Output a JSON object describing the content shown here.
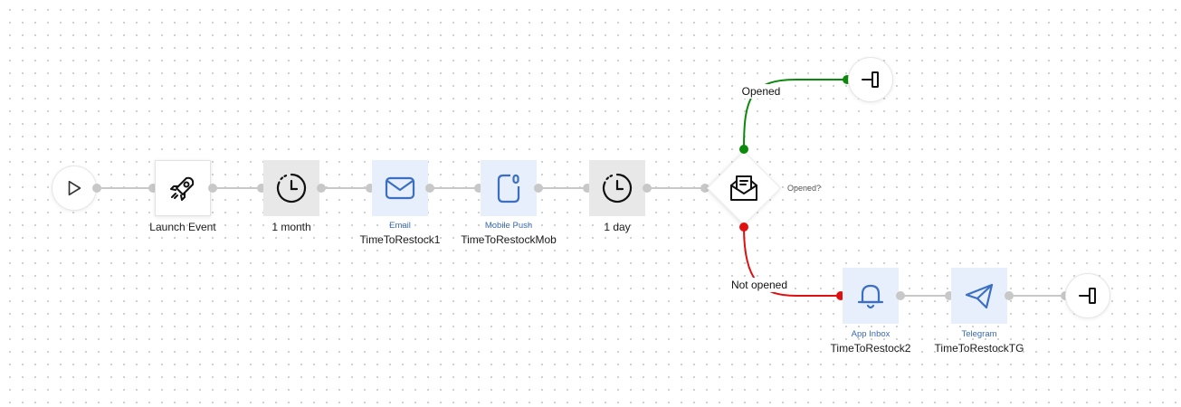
{
  "colors": {
    "connector": "#c8c8c8",
    "opened_branch": "#0a8a0a",
    "not_opened_branch": "#e01010",
    "channel_icon": "#3a6fc4",
    "channel_tile": "#e7eefc",
    "wait_tile": "#e8e8e8",
    "label_secondary": "#3a68b6"
  },
  "nodes": {
    "start": {
      "icon": "play-icon"
    },
    "launch_event": {
      "icon": "rocket-icon",
      "label": "Launch Event"
    },
    "wait_month": {
      "icon": "clock-icon",
      "label": "1 month"
    },
    "email": {
      "icon": "envelope-icon",
      "type": "Email",
      "label": "TimeToRestock1"
    },
    "mobile_push": {
      "icon": "phone-notification-icon",
      "type": "Mobile Push",
      "label": "TimeToRestockMob"
    },
    "wait_day": {
      "icon": "clock-icon",
      "label": "1 day"
    },
    "condition": {
      "icon": "opened-envelope-icon",
      "label": "Opened?"
    },
    "exit_opened": {
      "icon": "exit-icon"
    },
    "app_inbox": {
      "icon": "bell-icon",
      "type": "App Inbox",
      "label": "TimeToRestock2"
    },
    "telegram": {
      "icon": "paper-plane-icon",
      "type": "Telegram",
      "label": "TimeToRestockTG"
    },
    "exit_not_opened": {
      "icon": "exit-icon"
    }
  },
  "branches": {
    "opened": "Opened",
    "not_opened": "Not opened"
  }
}
